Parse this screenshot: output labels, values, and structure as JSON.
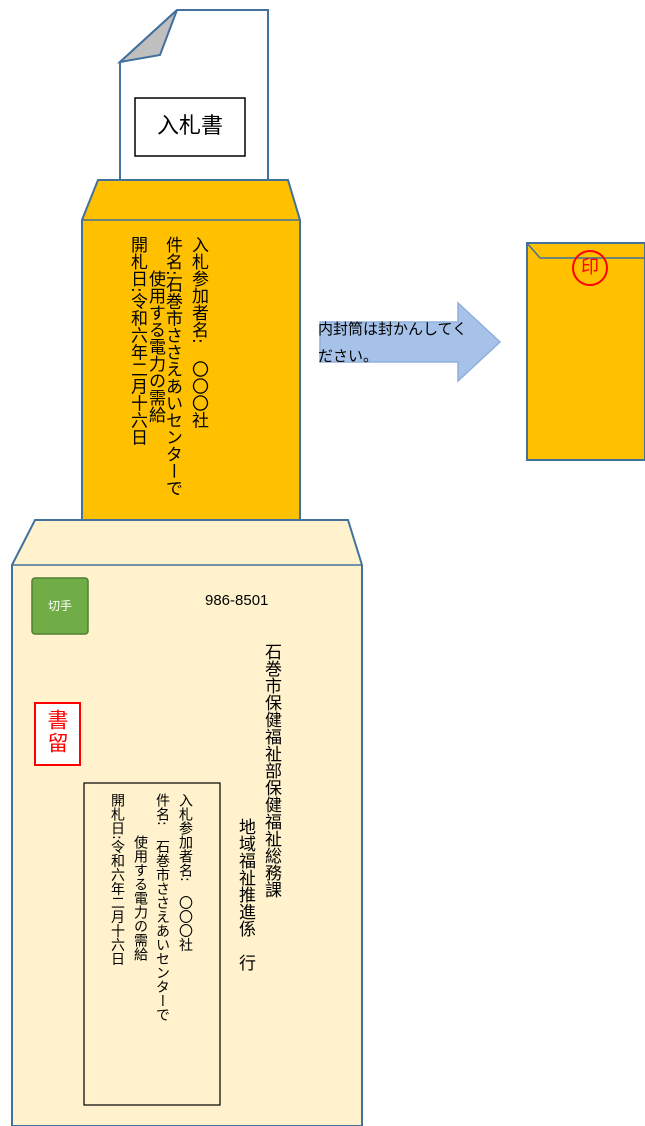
{
  "bid_document": {
    "label": "入札書"
  },
  "inner_envelope": {
    "lines": [
      "入札参加者名:　〇〇〇社",
      "件名:石巻市ささえあいセンターで",
      "　　使用する電力の需給",
      "開札日:令和六年二月十六日"
    ]
  },
  "arrow_note": {
    "line1": "内封筒は封かんしてく",
    "line2": "ださい。"
  },
  "sealed_envelope": {
    "seal_label": "印"
  },
  "outer_envelope": {
    "stamp_label": "切手",
    "postal_code": "986-8501",
    "registered_label": "書留",
    "address_line1": "石巻市保健福祉部保健福祉総務課",
    "address_line2": "地域福祉推進係　行",
    "box_lines": [
      "入札参加者名:　〇〇〇社",
      "件名:　石巻市ささえあいセンターで",
      "　　　使用する電力の需給",
      "開札日:令和六年二月十六日"
    ]
  },
  "colors": {
    "inner_envelope": "#ffc000",
    "outer_envelope": "#fff2cc",
    "stroke": "#41719c",
    "arrow_fill": "#a6c2e8",
    "stamp": "#70ad47",
    "registered": "#ff0000",
    "seal": "#ff0000"
  }
}
